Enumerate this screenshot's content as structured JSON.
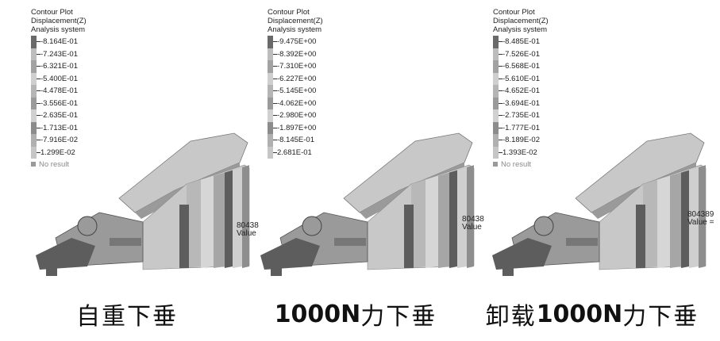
{
  "colors": {
    "scale": [
      "#6a6a6a",
      "#bdbdbd",
      "#a2a2a2",
      "#cfcfcf",
      "#b5b5b5",
      "#9a9a9a",
      "#d0d0d0",
      "#8c8c8c",
      "#b0b0b0",
      "#c6c6c6"
    ],
    "car_dark": "#5d5d5d",
    "car_mid": "#9a9a9a",
    "car_light": "#c8c8c8"
  },
  "panels": [
    {
      "legend": {
        "title": "Contour Plot",
        "subtitle": "Displacement(Z)",
        "system": "Analysis system",
        "values": [
          "-8.164E-01",
          "-7.243E-01",
          "-6.321E-01",
          "-5.400E-01",
          "-4.478E-01",
          "-3.556E-01",
          "-2.635E-01",
          "-1.713E-01",
          "-7.916E-02",
          "1.299E-02"
        ],
        "no_result": "No result"
      },
      "probe": {
        "id": "80438",
        "label": "Value"
      },
      "caption": {
        "cn": "自重下垂"
      }
    },
    {
      "legend": {
        "title": "Contour Plot",
        "subtitle": "Displacement(Z)",
        "system": "Analysis system",
        "values": [
          "-9.475E+00",
          "-8.392E+00",
          "-7.310E+00",
          "-6.227E+00",
          "-5.145E+00",
          "-4.062E+00",
          "-2.980E+00",
          "-1.897E+00",
          "-8.145E-01",
          "2.681E-01"
        ],
        "no_result": ""
      },
      "probe": {
        "id": "80438",
        "label": "Value"
      },
      "caption": {
        "num": "1000N",
        "cn": "力下垂"
      }
    },
    {
      "legend": {
        "title": "Contour Plot",
        "subtitle": "Displacement(Z)",
        "system": "Analysis system",
        "values": [
          "-8.485E-01",
          "-7.526E-01",
          "-6.568E-01",
          "-5.610E-01",
          "-4.652E-01",
          "-3.694E-01",
          "-2.735E-01",
          "-1.777E-01",
          "-8.189E-02",
          "1.393E-02"
        ],
        "no_result": "No result"
      },
      "probe": {
        "id": "804389",
        "label": "Value ="
      },
      "caption": {
        "pre": "卸载",
        "num": "1000N",
        "cn": "力下垂"
      }
    }
  ]
}
